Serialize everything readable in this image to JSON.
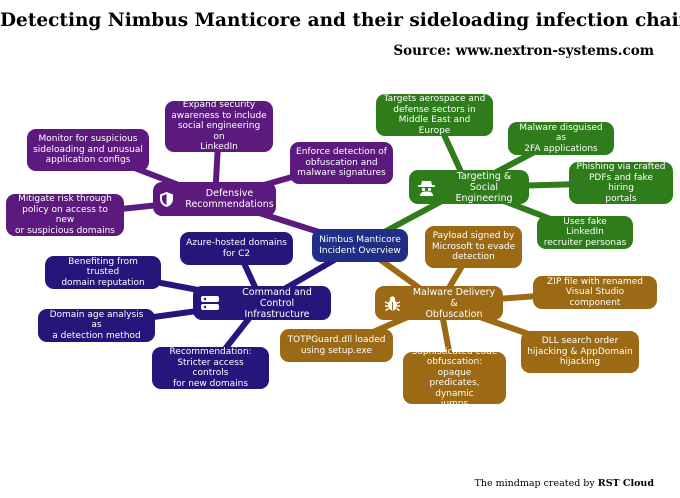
{
  "title": "Detecting Nimbus Manticore and their sideloading infection chains",
  "source": "Source: www.nextron-systems.com",
  "credit": {
    "prefix": "The mindmap created by",
    "author": "RST Cloud"
  },
  "colors": {
    "defense": "#5d1a7e",
    "targeting": "#2e7d1a",
    "c2": "#26157a",
    "malware": "#9c6a14",
    "center": "#1f2f86"
  },
  "center": {
    "label": "Nimbus Manticore\nIncident Overview"
  },
  "branches": {
    "defense": {
      "label": "Defensive\nRecommendations",
      "icon": "shield-icon",
      "leaves": [
        "Expand security\nawareness to include\nsocial engineering on\nLinkedIn",
        "Monitor for suspicious\nsideloading and unusual\napplication configs",
        "Enforce detection of\nobfuscation and\nmalware signatures",
        "Mitigate risk through\npolicy on access to new\nor suspicious domains"
      ]
    },
    "targeting": {
      "label": "Targeting & Social\nEngineering",
      "icon": "spy-icon",
      "leaves": [
        "Targets aerospace and\ndefense sectors in\nMiddle East and Europe",
        "Malware disguised as\n2FA applications",
        "Phishing via crafted\nPDFs and fake hiring\nportals",
        "Uses fake LinkedIn\nrecruiter personas"
      ]
    },
    "c2": {
      "label": "Command and Control\nInfrastructure",
      "icon": "server-icon",
      "leaves": [
        "Azure-hosted domains\nfor C2",
        "Benefiting from trusted\ndomain reputation",
        "Domain age analysis as\na detection method",
        "Recommendation:\nStricter access controls\nfor new domains"
      ]
    },
    "malware": {
      "label": "Malware Delivery &\nObfuscation",
      "icon": "bug-icon",
      "leaves": [
        "Payload signed by\nMicrosoft to evade\ndetection",
        "ZIP file with renamed\nVisual Studio component",
        "DLL search order\nhijacking & AppDomain\nhijacking",
        "Sophisticated code\nobfuscation: opaque\npredicates, dynamic\njumps",
        "TOTPGuard.dll loaded\nusing setup.exe"
      ]
    }
  }
}
